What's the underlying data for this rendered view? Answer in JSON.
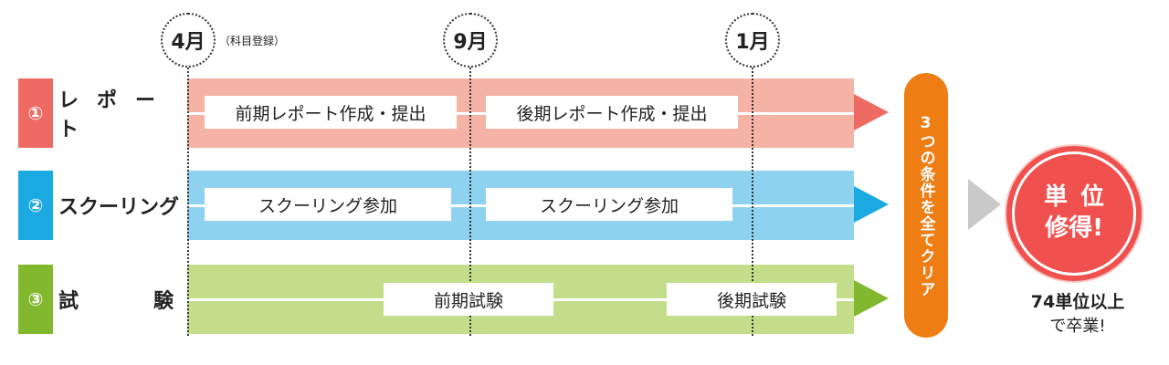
{
  "months": [
    {
      "label": "4月",
      "note": "（科目登録）"
    },
    {
      "label": "9月"
    },
    {
      "label": "1月"
    }
  ],
  "rows": [
    {
      "number": "①",
      "label": "レポート",
      "color": "#ee6b63",
      "band_color": "#f4b3a4",
      "items": [
        "前期レポート作成・提出",
        "後期レポート作成・提出"
      ]
    },
    {
      "number": "②",
      "label": "スクーリング",
      "color": "#1aa9e1",
      "band_color": "#8fd2f0",
      "items": [
        "スクーリング参加",
        "スクーリング参加"
      ]
    },
    {
      "number": "③",
      "label_parts": [
        "試",
        "験"
      ],
      "color": "#82b82e",
      "band_color": "#c4dd8b",
      "items": [
        "前期試験",
        "後期試験"
      ]
    }
  ],
  "condition": "3つの条件を全てクリア",
  "result": {
    "line1": "単位",
    "line2": "修得!"
  },
  "requirement": {
    "line1": "74単位以上",
    "line2": "で卒業!"
  }
}
